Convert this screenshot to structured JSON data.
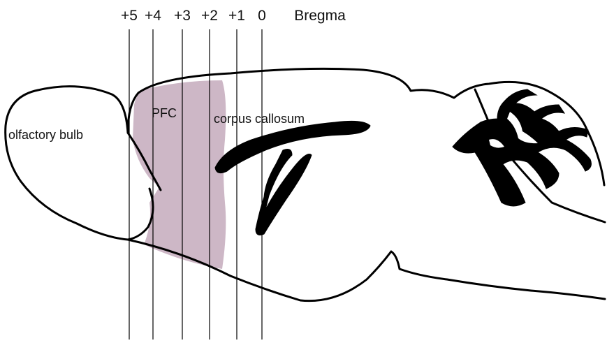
{
  "reference_label": "Bregma",
  "coronal_planes": [
    {
      "label": "+5"
    },
    {
      "label": "+4"
    },
    {
      "label": "+3"
    },
    {
      "label": "+2"
    },
    {
      "label": "+1"
    },
    {
      "label": "0"
    }
  ],
  "regions": {
    "olfactory_bulb": "olfactory bulb",
    "pfc": "PFC",
    "corpus_callosum": "corpus callosum"
  },
  "colors": {
    "pfc_shading": "#cdb7c6",
    "outline": "#000000"
  }
}
